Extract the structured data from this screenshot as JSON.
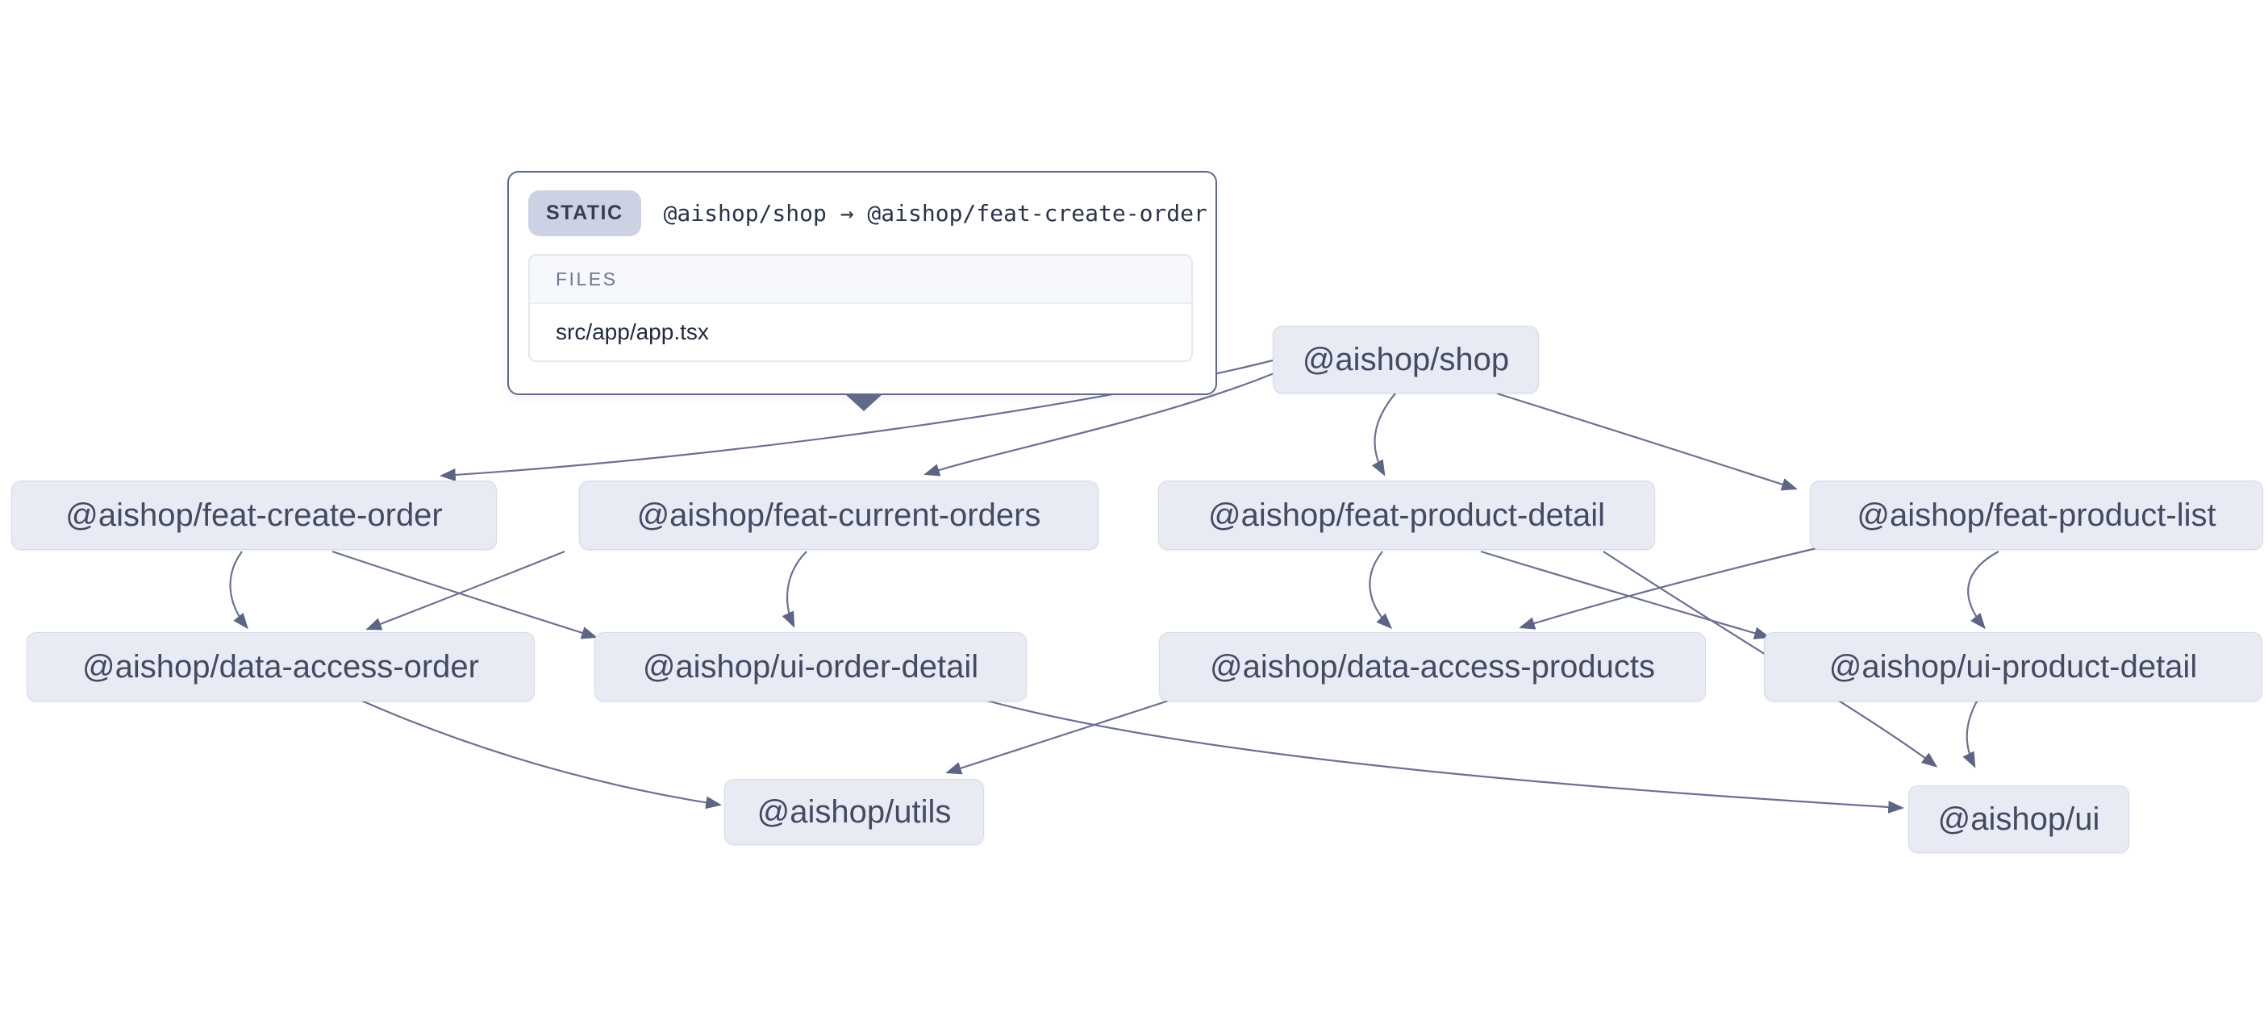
{
  "tooltip": {
    "badge": "STATIC",
    "relation": "@aishop/shop → @aishop/feat-create-order",
    "files_header": "FILES",
    "files": [
      "src/app/app.tsx"
    ]
  },
  "graph": {
    "nodes": [
      {
        "id": "shop",
        "label": "@aishop/shop"
      },
      {
        "id": "feat-create-order",
        "label": "@aishop/feat-create-order"
      },
      {
        "id": "feat-current-orders",
        "label": "@aishop/feat-current-orders"
      },
      {
        "id": "feat-product-detail",
        "label": "@aishop/feat-product-detail"
      },
      {
        "id": "feat-product-list",
        "label": "@aishop/feat-product-list"
      },
      {
        "id": "data-access-order",
        "label": "@aishop/data-access-order"
      },
      {
        "id": "ui-order-detail",
        "label": "@aishop/ui-order-detail"
      },
      {
        "id": "data-access-products",
        "label": "@aishop/data-access-products"
      },
      {
        "id": "ui-product-detail",
        "label": "@aishop/ui-product-detail"
      },
      {
        "id": "utils",
        "label": "@aishop/utils"
      },
      {
        "id": "ui",
        "label": "@aishop/ui"
      }
    ],
    "edges": [
      {
        "from": "shop",
        "to": "feat-create-order"
      },
      {
        "from": "shop",
        "to": "feat-current-orders"
      },
      {
        "from": "shop",
        "to": "feat-product-detail"
      },
      {
        "from": "shop",
        "to": "feat-product-list"
      },
      {
        "from": "feat-create-order",
        "to": "data-access-order"
      },
      {
        "from": "feat-create-order",
        "to": "ui-order-detail"
      },
      {
        "from": "feat-current-orders",
        "to": "data-access-order"
      },
      {
        "from": "feat-current-orders",
        "to": "ui-order-detail"
      },
      {
        "from": "feat-product-detail",
        "to": "data-access-products"
      },
      {
        "from": "feat-product-detail",
        "to": "ui-product-detail"
      },
      {
        "from": "feat-product-detail",
        "to": "ui"
      },
      {
        "from": "feat-product-list",
        "to": "data-access-products"
      },
      {
        "from": "feat-product-list",
        "to": "ui-product-detail"
      },
      {
        "from": "data-access-order",
        "to": "utils"
      },
      {
        "from": "data-access-products",
        "to": "utils"
      },
      {
        "from": "ui-order-detail",
        "to": "ui"
      },
      {
        "from": "ui-product-detail",
        "to": "ui"
      }
    ]
  },
  "colors": {
    "node_bg": "#e8eaf4",
    "node_border": "#d7dae8",
    "node_text": "#434b62",
    "edge": "#6a7190",
    "arrowhead": "#5d6584",
    "tooltip_border": "#5e6a87",
    "badge_bg": "#ccd2e4",
    "badge_text": "#343d57",
    "relation_text": "#2b3349",
    "files_header_bg": "#f7f8fc",
    "files_header_text": "#70778f",
    "file_text": "#222b3d",
    "background": "#ffffff"
  }
}
